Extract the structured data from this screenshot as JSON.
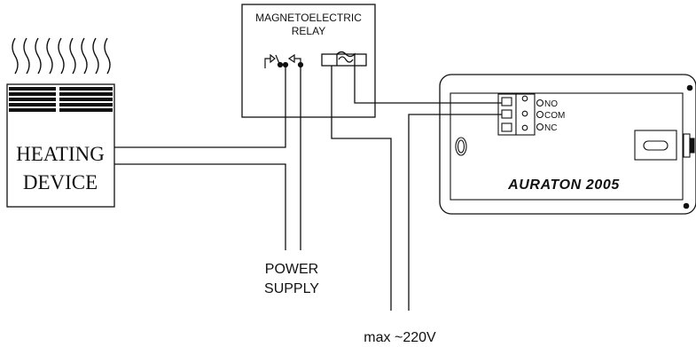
{
  "relay": {
    "label_line1": "MAGNETOELECTRIC",
    "label_line2": "RELAY"
  },
  "heater": {
    "label_line1": "HEATING",
    "label_line2": "DEVICE"
  },
  "power_supply": {
    "label_line1": "POWER",
    "label_line2": "SUPPLY"
  },
  "thermostat": {
    "brand": "AURATON 2005",
    "terminal_no": "NO",
    "terminal_com": "COM",
    "terminal_nc": "NC"
  },
  "voltage_note": "max ~220V"
}
